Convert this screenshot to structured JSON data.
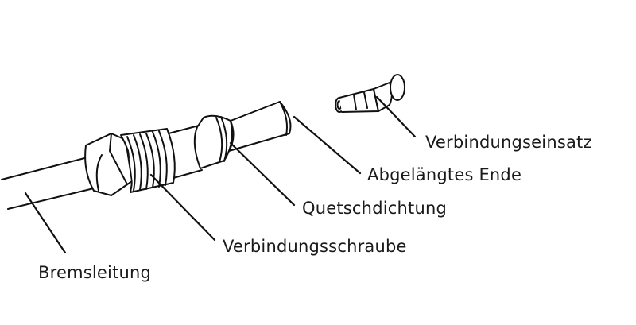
{
  "labels": {
    "insert": "Verbindungseinsatz",
    "cut_end": "Abgelängtes Ende",
    "olive": "Quetschdichtung",
    "screw": "Verbindungsschraube",
    "hose": "Bremsleitung"
  }
}
